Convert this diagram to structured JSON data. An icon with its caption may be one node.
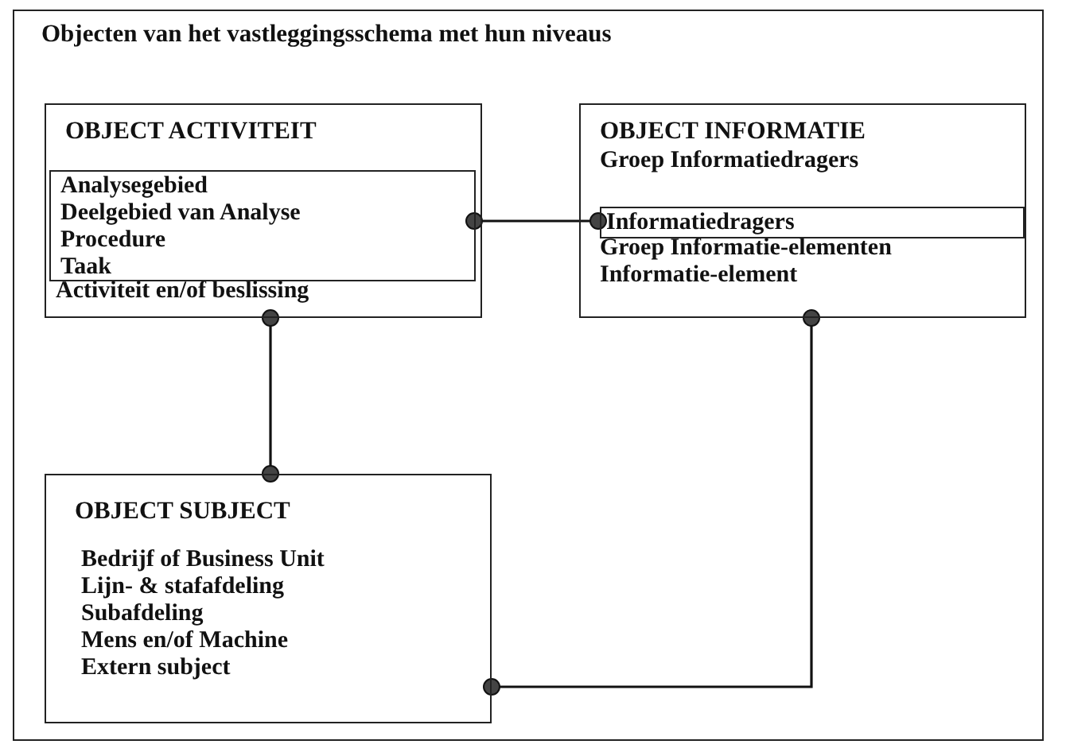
{
  "diagram": {
    "title": "Objecten van het vastleggingsschema met hun niveaus",
    "nodes": [
      {
        "text": [
          "OBJECT ACTIVITEIT",
          "Activiteit en/of beslissing"
        ]
      },
      {
        "text": [
          "Analysegebied",
          "Deelgebied van Analyse",
          "Procedure",
          "Taak"
        ],
        "in": 0
      },
      {
        "text": [
          "OBJECT INFORMATIE",
          "Groep Informatiedragers",
          "Groep Informatie-elementen",
          "Informatie-element"
        ]
      },
      {
        "text": [
          "Informatiedragers"
        ],
        "in": 2
      },
      {
        "text": [
          "OBJECT SUBJECT",
          "Bedrijf of Business Unit",
          "Lijn- & stafafdeling",
          "Subafdeling",
          "Mens en/of Machine",
          "Extern subject"
        ]
      }
    ],
    "edges": [
      {
        "from": 1,
        "to": 3,
        "arrow": "other"
      },
      {
        "from": 0,
        "to": 4,
        "arrow": "other"
      },
      {
        "from": 2,
        "to": 4,
        "arrow": "other"
      }
    ]
  }
}
